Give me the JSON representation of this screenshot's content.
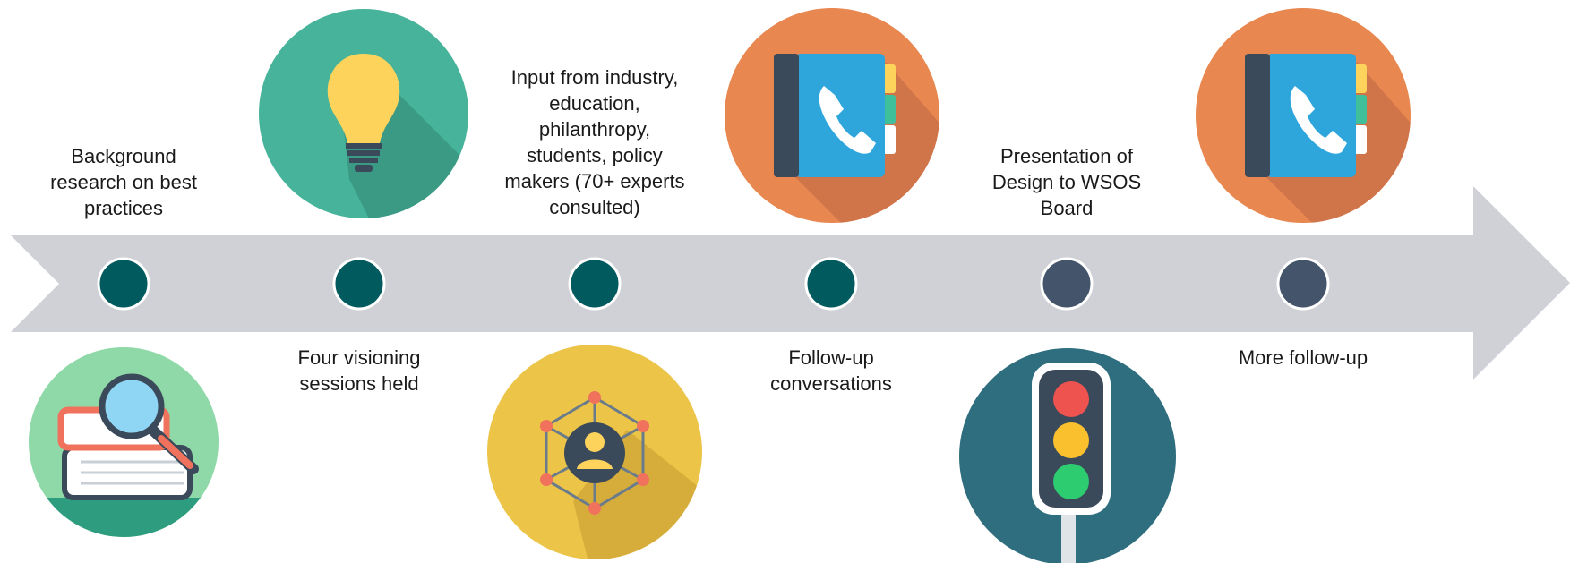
{
  "timeline": {
    "steps": [
      {
        "label": "Background\nresearch on best\npractices",
        "dot_color": "#005a5e"
      },
      {
        "label": "Four visioning\nsessions held",
        "dot_color": "#005a5e"
      },
      {
        "label": "Input from industry,\neducation,\nphilanthropy,\nstudents, policy\nmakers (70+ experts\nconsulted)",
        "dot_color": "#005a5e"
      },
      {
        "label": "Follow-up\nconversations",
        "dot_color": "#005a5e"
      },
      {
        "label": "Presentation of\nDesign to WSOS\nBoard",
        "dot_color": "#44546a"
      },
      {
        "label": "More follow-up",
        "dot_color": "#44546a"
      }
    ]
  },
  "icons": [
    {
      "name": "books-magnifier-icon",
      "bg": "#8fd9a8"
    },
    {
      "name": "lightbulb-icon",
      "bg": "#46b39a"
    },
    {
      "name": "network-person-icon",
      "bg": "#ecc447"
    },
    {
      "name": "phonebook-icon",
      "bg": "#e8874f"
    },
    {
      "name": "traffic-light-icon",
      "bg": "#2f6e7e"
    },
    {
      "name": "phonebook-icon",
      "bg": "#e8874f"
    }
  ],
  "colors": {
    "arrow": "#d0d1d6",
    "text": "#1a1a1a"
  }
}
